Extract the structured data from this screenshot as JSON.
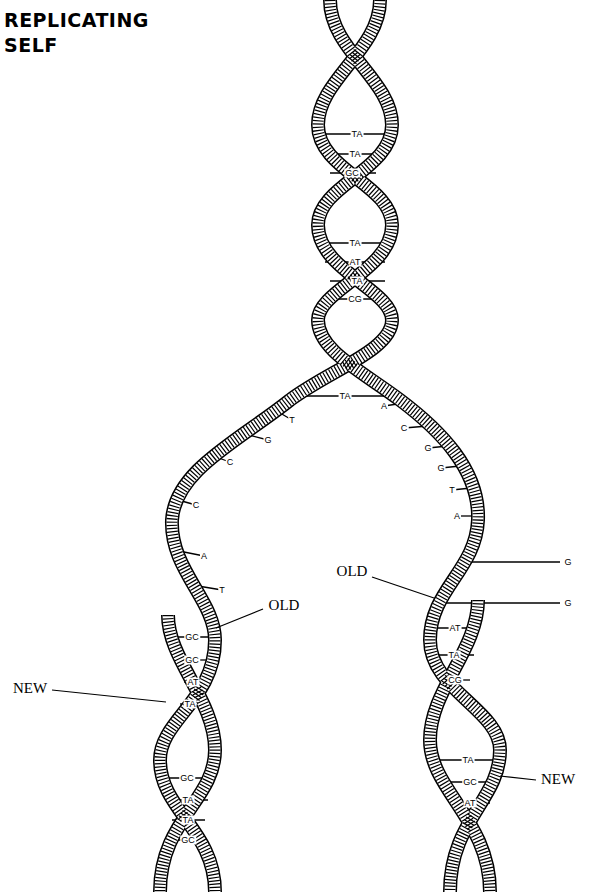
{
  "diagram": {
    "title": "REPLICATING SELF",
    "labels": [
      "TA",
      "TA",
      "GC",
      "TA",
      "AT",
      "TA",
      "CG",
      "TA",
      "A",
      "T",
      "C",
      "G",
      "G",
      "C",
      "G",
      "T",
      "C",
      "A",
      "A",
      "G",
      "OLD",
      "T",
      "OLD",
      "G",
      "AT",
      "GC",
      "TA",
      "GC",
      "CG",
      "AT",
      "NEW",
      "TA",
      "TA",
      "GC",
      "NEW",
      "GC",
      "TA",
      "AT",
      "TA",
      "GC"
    ]
  }
}
